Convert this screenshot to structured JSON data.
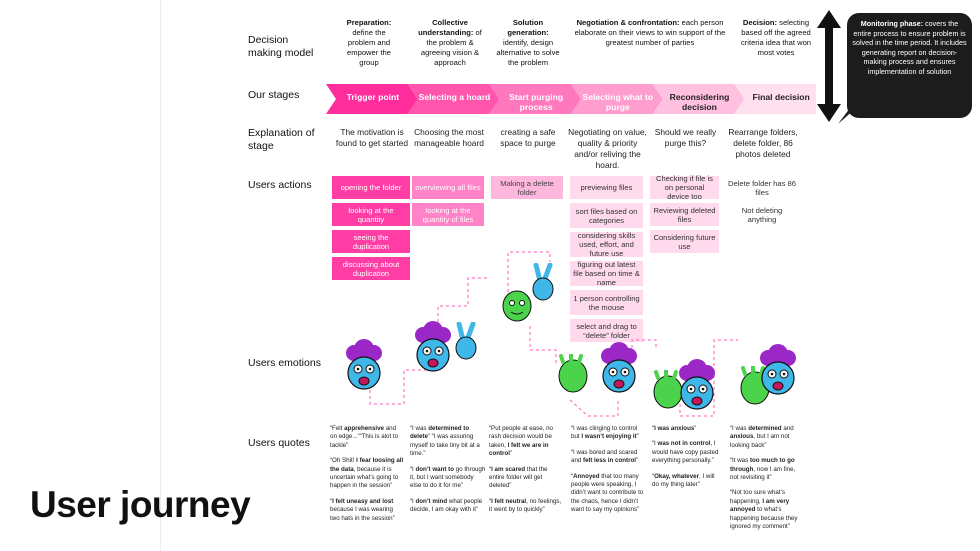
{
  "title": "User journey",
  "row_labels": {
    "decision_model": "Decision making model",
    "stages": "Our stages",
    "explanation": "Explanation of stage",
    "actions": "Users actions",
    "emotions": "Users emotions",
    "quotes": "Users quotes"
  },
  "decision_model": [
    {
      "bold": "Preparation:",
      "text": " define the problem and empower the group"
    },
    {
      "bold": "Collective understanding:",
      "text": " of the problem & agreeing vision & approach"
    },
    {
      "bold": "Solution generation:",
      "text": " identify, design alternative to solve the problem"
    },
    {
      "bold": "Negotiation & confrontation:",
      "text": " each person elaborate on their views to win support of the greatest number of parties"
    },
    {
      "bold": "Decision:",
      "text": " selecting based off the agreed criteria idea that won most votes"
    }
  ],
  "monitoring": {
    "bold": "Monitoring phase:",
    "text": " covers the entire process to ensure problem is solved in the time period. It includes generating report on decision-making process and ensures implementation of solution"
  },
  "stages": [
    "Trigger point",
    "Selecting a hoard",
    "Start purging process",
    "Selecting what to purge",
    "Reconsidering decision",
    "Final decision"
  ],
  "stage_colors": [
    "#ff2d9b",
    "#ff55ad",
    "#ff77bd",
    "#ff9dce",
    "#ffc1df",
    "#ffe0ef"
  ],
  "explanations": [
    "The motivation is found to get started",
    "Choosing the most manageable hoard",
    "creating a safe space to purge",
    "Negotiating on value, quality & priority and/or reliving the hoard.",
    "Should we really purge this?",
    "Rearrange folders, delete folder, 86 photos deleted"
  ],
  "actions": [
    [
      "opening the folder",
      "looking at the quantity",
      "seeing the duplication",
      "discussing about duplication"
    ],
    [
      "overviewing all files",
      "looking at the quantity of files"
    ],
    [
      "Making a delete folder"
    ],
    [
      "previewing files",
      "sort files based on categories",
      "considering skills used, effort, and future use",
      "figuring out latest file based on time & name",
      "1 person controlling the mouse",
      "select and drag to “delete” folder"
    ],
    [
      "Checking if file is on personal device too",
      "Reviewing deleted files",
      "Considering future use"
    ],
    [
      "Delete folder has 86 files",
      "Not deleting anything"
    ]
  ],
  "quotes": [
    [
      [
        {
          "t": "“Felt "
        },
        {
          "b": "apprehensive"
        },
        {
          "t": " and on edge...”“This is alot to tackle”"
        }
      ],
      [
        {
          "t": "“Oh Shit! "
        },
        {
          "b": "I fear loosing all the data"
        },
        {
          "t": ", because it is uncertain what’s going to happen in the session”"
        }
      ],
      [
        {
          "t": "“"
        },
        {
          "b": "I felt uneasy and lost"
        },
        {
          "t": " because I was wearing two hats in the session”"
        }
      ]
    ],
    [
      [
        {
          "t": "“I was "
        },
        {
          "b": "determined to delete"
        },
        {
          "t": "” “I was assuring myself to take tiny bit at a time.”"
        }
      ],
      [
        {
          "t": "“I "
        },
        {
          "b": "don’t want to"
        },
        {
          "t": " go through it, but I want somebody else to do it for me”"
        }
      ],
      [
        {
          "t": "“I "
        },
        {
          "b": "don’t mind"
        },
        {
          "t": " what people decide, I am okay with it”"
        }
      ]
    ],
    [
      [
        {
          "t": "“Put people at ease, no rash decision would be taken, "
        },
        {
          "b": "I felt we are in control"
        },
        {
          "t": "”"
        }
      ],
      [
        {
          "t": "“"
        },
        {
          "b": "I am scared"
        },
        {
          "t": " that the entire folder will get deleted”"
        }
      ],
      [
        {
          "t": "“"
        },
        {
          "b": "I felt neutral"
        },
        {
          "t": ", no feelings, it went by to quickly”"
        }
      ]
    ],
    [
      [
        {
          "t": "“I was clinging to control but "
        },
        {
          "b": "I wasn’t enjoying it"
        },
        {
          "t": "”"
        }
      ],
      [
        {
          "t": "“I was bored and scared and "
        },
        {
          "b": "felt less in control"
        },
        {
          "t": "”"
        }
      ],
      [
        {
          "t": "“"
        },
        {
          "b": "Annoyed"
        },
        {
          "t": " that too many people were speaking, I didn’t want to contribute to the chaos, hence I didn’t want to say my opinions”"
        }
      ]
    ],
    [
      [
        {
          "t": "“"
        },
        {
          "b": "I was anxious"
        },
        {
          "t": "”"
        }
      ],
      [
        {
          "t": "“I "
        },
        {
          "b": "was not in control"
        },
        {
          "t": ", I would have copy pasted everything personally.”"
        }
      ],
      [
        {
          "t": "“"
        },
        {
          "b": "Okay, whatever"
        },
        {
          "t": ", I will do my thing later”"
        }
      ]
    ],
    [
      [
        {
          "t": "“I was "
        },
        {
          "b": "determined"
        },
        {
          "t": " and "
        },
        {
          "b": "anxious"
        },
        {
          "t": ", but I am not looking back”"
        }
      ],
      [
        {
          "t": "“It was "
        },
        {
          "b": "too much to go through"
        },
        {
          "t": ", now I am fine, not revisiting it”"
        }
      ],
      [
        {
          "t": "“Not too sure what’s happening, "
        },
        {
          "b": "I am very annoyed"
        },
        {
          "t": " to what’s happening because they ignored my comment”"
        }
      ]
    ]
  ],
  "colors": {
    "accent": "#ff3da4",
    "dark": "#1c1c1c",
    "purple_hair": "#9b27c7",
    "blue_face": "#3fb7e8",
    "green_hand": "#4cd34c"
  },
  "icons": [
    "scared-face-icon",
    "peace-hand-icon",
    "green-ghost-icon",
    "green-hand-icon",
    "double-arrow-icon",
    "curved-arrow-icon"
  ]
}
